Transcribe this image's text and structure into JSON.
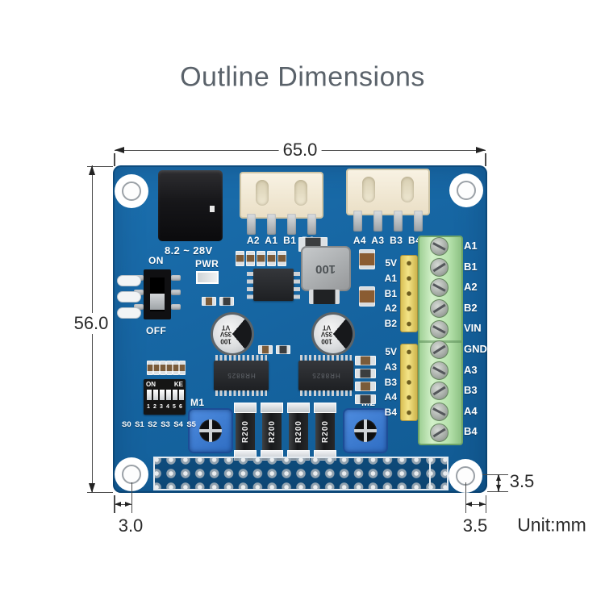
{
  "title": "Outline Dimensions",
  "unit_label": "Unit:mm",
  "dimensions": {
    "width": "65.0",
    "height": "56.0",
    "hole_left": "3.0",
    "hole_right": "3.5",
    "hole_bottom": "3.5"
  },
  "board": {
    "voltage_range": "8.2 ~ 28V",
    "pwr_label": "PWR",
    "on_label": "ON",
    "off_label": "OFF",
    "connector1_pins": "A2 A1 B1 B2",
    "connector2_pins": "A4 A3 B3 B4",
    "inductor_marking": "100",
    "cap_marking": [
      "100",
      "35V",
      "VT"
    ],
    "chip_marking": "HR8825",
    "m1_label": "M1",
    "m2_label": "M2",
    "shunt_marking": "R200",
    "dip": {
      "on": "ON",
      "ke": "KE",
      "numbers": [
        "1",
        "2",
        "3",
        "4",
        "5",
        "6"
      ],
      "signals": [
        "S0",
        "S1",
        "S2",
        "S3",
        "S4",
        "S5"
      ]
    },
    "jumpers1": [
      "5V",
      "A1",
      "B1",
      "A2",
      "B2"
    ],
    "jumpers2": [
      "5V",
      "A3",
      "B3",
      "A4",
      "B4"
    ],
    "terminals": [
      "A1",
      "B1",
      "A2",
      "B2",
      "VIN",
      "GND",
      "A3",
      "B3",
      "A4",
      "B4"
    ]
  },
  "colors": {
    "pcb_blue": "#15639f",
    "terminal_green": "#b7e3ad",
    "jumper_yellow": "#f4e487",
    "trimpot_blue": "#3d7fd4",
    "title_gray": "#5a626a",
    "dimension_text": "#2b2b2b"
  }
}
